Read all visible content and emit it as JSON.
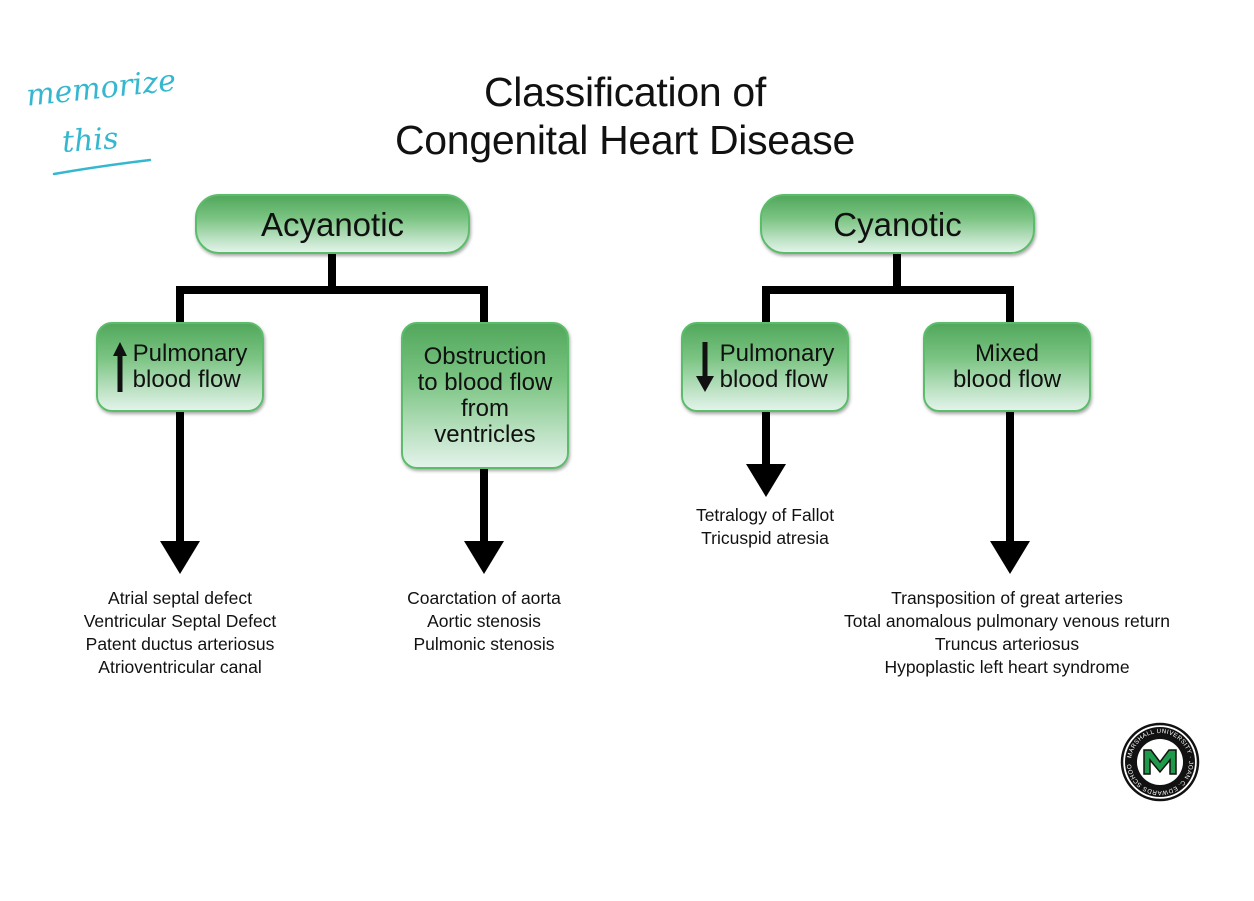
{
  "title_line1": "Classification of",
  "title_line2": "Congenital Heart Disease",
  "handwritten_note": {
    "line1": "memorize",
    "line2": "this"
  },
  "acyanotic": {
    "label": "Acyanotic",
    "increased_flow": {
      "arrow_icon": "up-arrow-icon",
      "line1": "Pulmonary",
      "line2": "blood flow"
    },
    "obstruction": {
      "line1": "Obstruction",
      "line2": "to blood flow",
      "line3": "from",
      "line4": "ventricles"
    },
    "increased_flow_examples": [
      "Atrial septal defect",
      "Ventricular Septal Defect",
      "Patent ductus arteriosus",
      "Atrioventricular canal"
    ],
    "obstruction_examples": [
      "Coarctation of aorta",
      "Aortic stenosis",
      "Pulmonic stenosis"
    ]
  },
  "cyanotic": {
    "label": "Cyanotic",
    "decreased_flow": {
      "arrow_icon": "down-arrow-icon",
      "line1": "Pulmonary",
      "line2": "blood flow"
    },
    "mixed": {
      "line1": "Mixed",
      "line2": "blood flow"
    },
    "decreased_flow_examples": [
      "Tetralogy of Fallot",
      "Tricuspid atresia"
    ],
    "mixed_examples": [
      "Transposition of great arteries",
      "Total anomalous pulmonary venous return",
      "Truncus arteriosus",
      "Hypoplastic left heart syndrome"
    ]
  },
  "logo": {
    "letter": "M",
    "ring_text": "MARSHALL UNIVERSITY · JOAN C. EDWARDS SCHOOL OF MEDICINE"
  },
  "colors": {
    "node_green": "#5bbd6a",
    "node_dark": "#52a85c",
    "handwriting": "#35b8cf",
    "logo_green": "#1f9a4a"
  }
}
